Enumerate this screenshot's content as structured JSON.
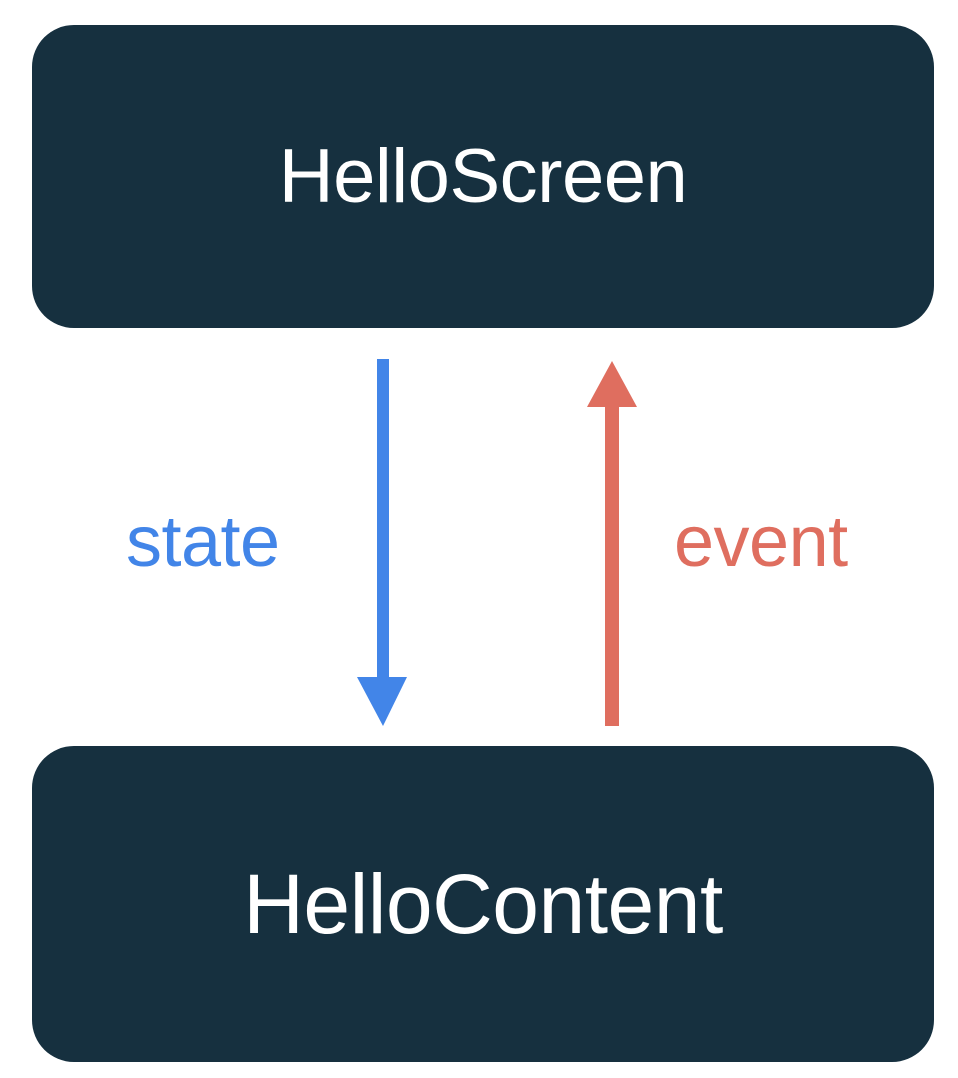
{
  "diagram": {
    "title": "HelloScreen / HelloContent state-event loop",
    "background_color": "#ffffff",
    "nodes": [
      {
        "id": "hello-screen",
        "label": "HelloScreen",
        "fill_color": "#16303f",
        "text_color": "#ffffff"
      },
      {
        "id": "hello-content",
        "label": "HelloContent",
        "fill_color": "#16303f",
        "text_color": "#ffffff"
      }
    ],
    "edges": [
      {
        "id": "state-edge",
        "label": "state",
        "color": "#4285e8",
        "from": "HelloScreen",
        "to": "HelloContent",
        "direction": "down"
      },
      {
        "id": "event-edge",
        "label": "event",
        "color": "#df6e5f",
        "from": "HelloContent",
        "to": "HelloScreen",
        "direction": "up"
      }
    ]
  }
}
